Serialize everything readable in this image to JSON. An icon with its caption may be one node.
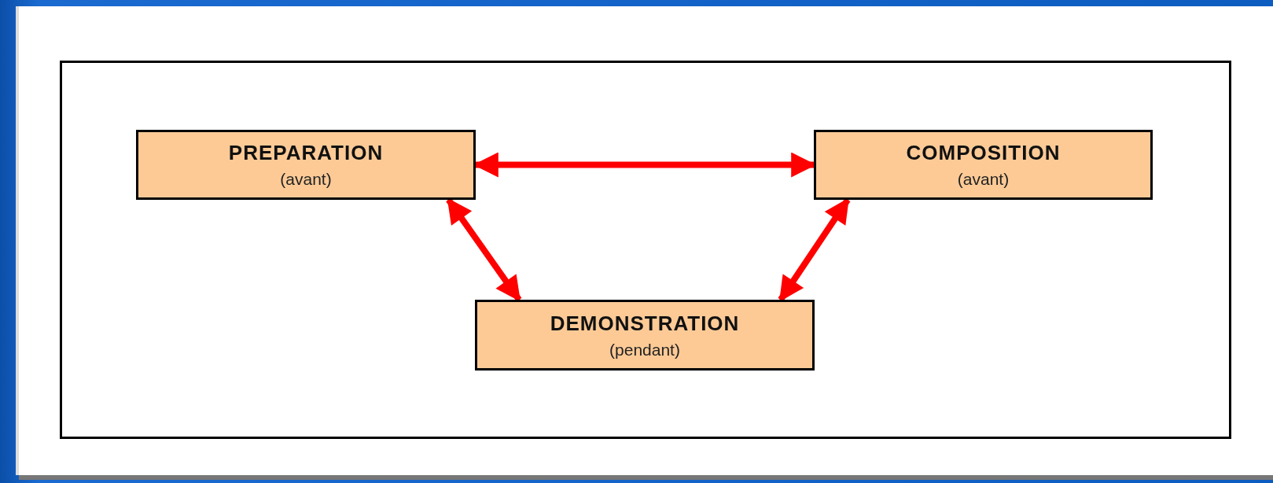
{
  "diagram": {
    "nodes": [
      {
        "text": [
          "PREPARATION",
          "(avant)"
        ]
      },
      {
        "text": [
          "COMPOSITION",
          "(avant)"
        ]
      },
      {
        "text": [
          "DEMONSTRATION",
          "(pendant)"
        ]
      }
    ],
    "edges": [
      {
        "from": 0,
        "to": 1,
        "arrow": "both"
      },
      {
        "from": 0,
        "to": 2,
        "arrow": "both"
      },
      {
        "from": 1,
        "to": 2,
        "arrow": "both"
      }
    ]
  }
}
